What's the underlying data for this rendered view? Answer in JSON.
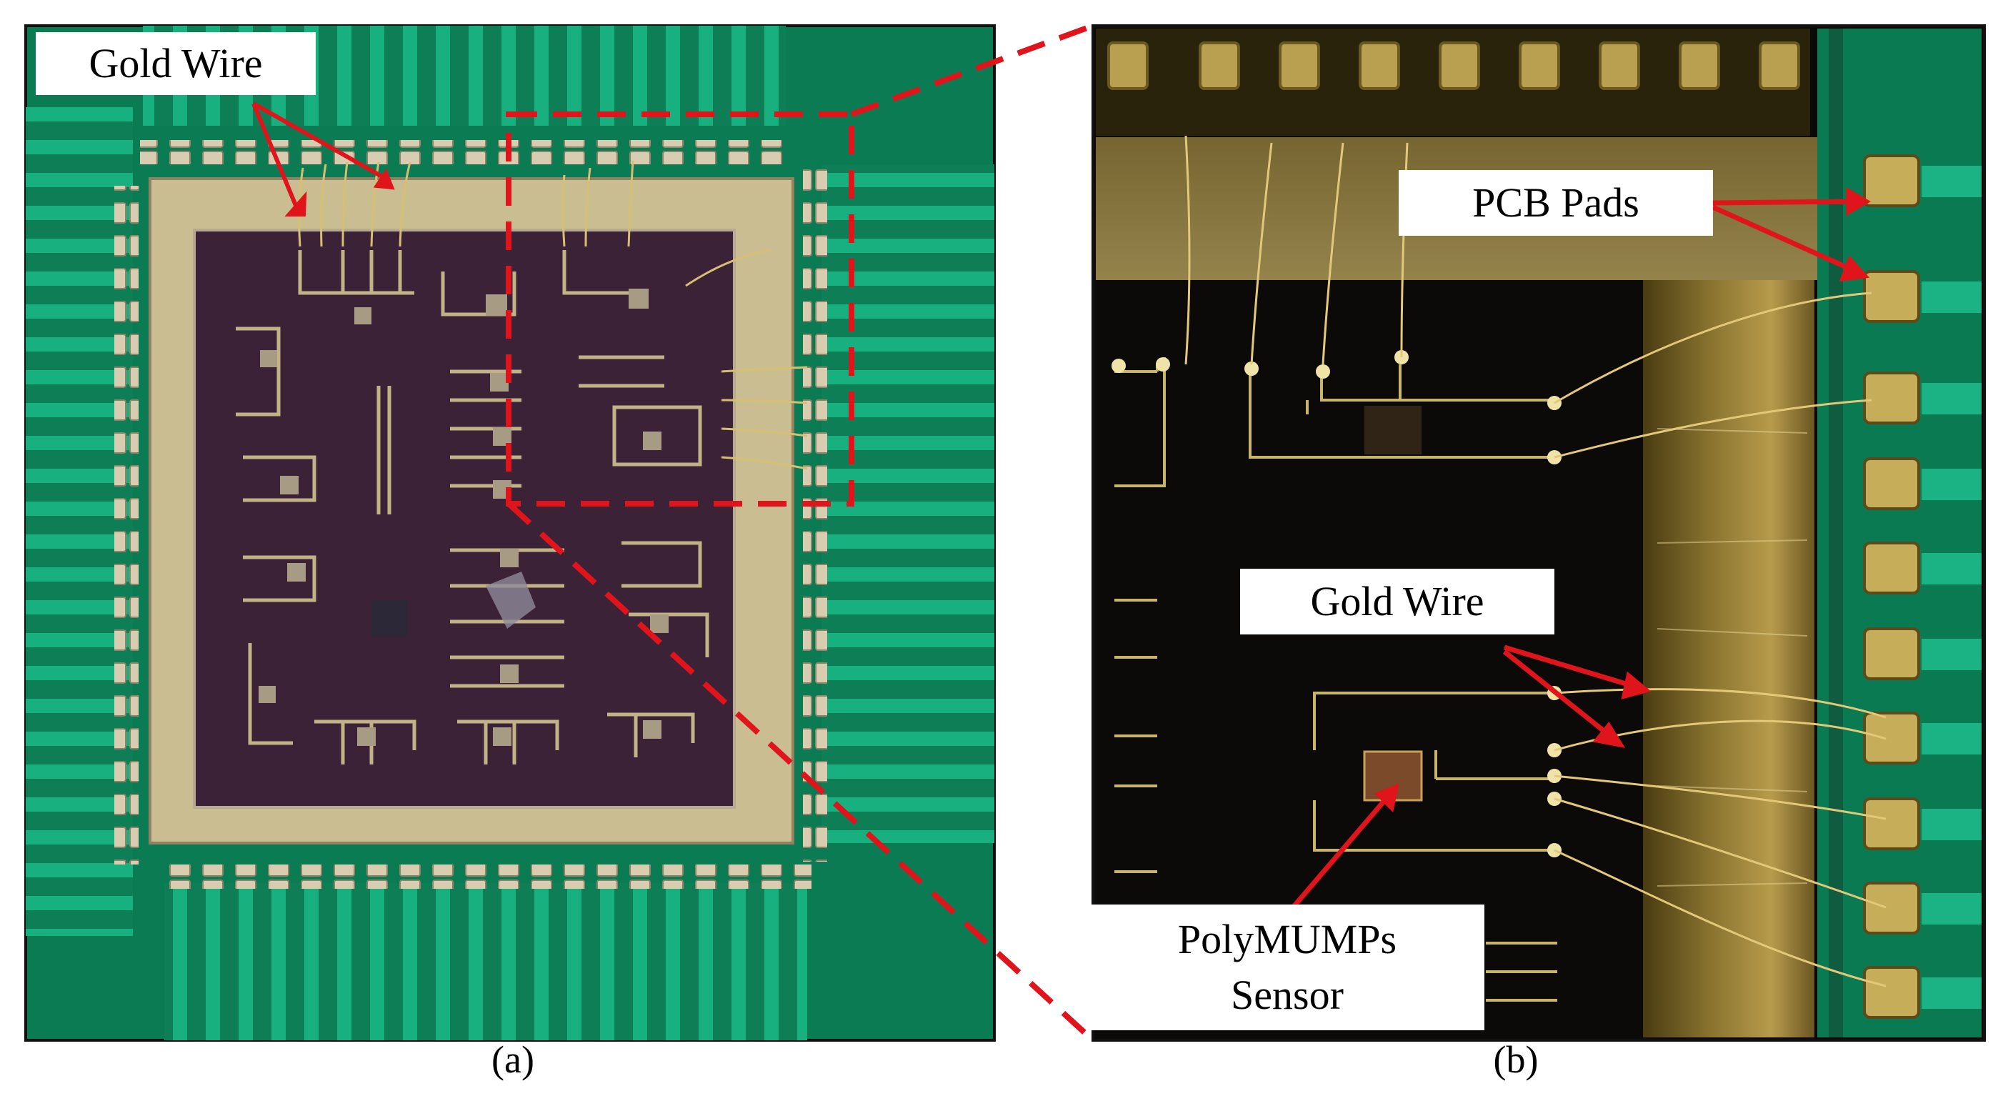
{
  "figure": {
    "panel_a": {
      "label": "(a)",
      "callout": "Gold Wire"
    },
    "panel_b": {
      "label": "(b)",
      "callouts": {
        "pcb_pads": "PCB Pads",
        "gold_wire": "Gold Wire",
        "sensor_line1": "PolyMUMPs",
        "sensor_line2": "Sensor"
      }
    }
  },
  "colors": {
    "pcb_green": "#0c8a5e",
    "silicon_die": "#3b2236",
    "gold": "#c9b36a",
    "annotation_red": "#e0141b",
    "microscope_dark": "#0b0a08"
  }
}
